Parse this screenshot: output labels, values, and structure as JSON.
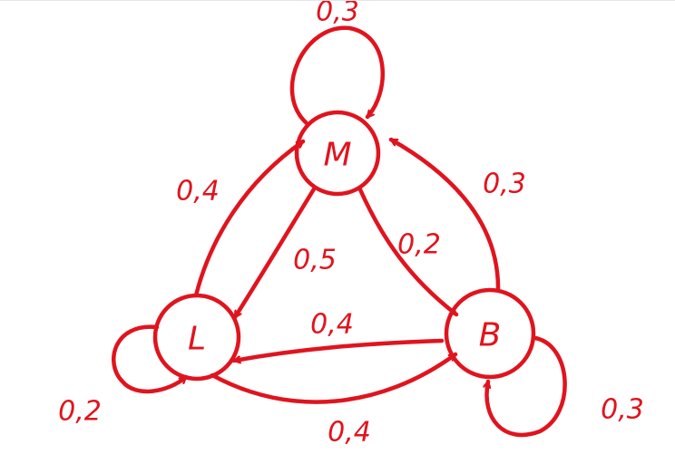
{
  "colors": {
    "ink": "#e0141e",
    "background": "#ffffff"
  },
  "nodes": [
    {
      "id": "M",
      "label": "M"
    },
    {
      "id": "L",
      "label": "L"
    },
    {
      "id": "B",
      "label": "B"
    }
  ],
  "edges": [
    {
      "from": "M",
      "to": "M",
      "label": "0,3"
    },
    {
      "from": "L",
      "to": "L",
      "label": "0,2"
    },
    {
      "from": "B",
      "to": "B",
      "label": "0,3"
    },
    {
      "from": "L",
      "to": "M",
      "label": "0,4"
    },
    {
      "from": "B",
      "to": "M",
      "label": "0,3"
    },
    {
      "from": "M",
      "to": "L",
      "label": "0,5"
    },
    {
      "from": "M",
      "to": "B",
      "label": "0,2"
    },
    {
      "from": "B",
      "to": "L",
      "label": "0,4"
    },
    {
      "from": "L",
      "to": "B",
      "label": "0,4"
    }
  ]
}
